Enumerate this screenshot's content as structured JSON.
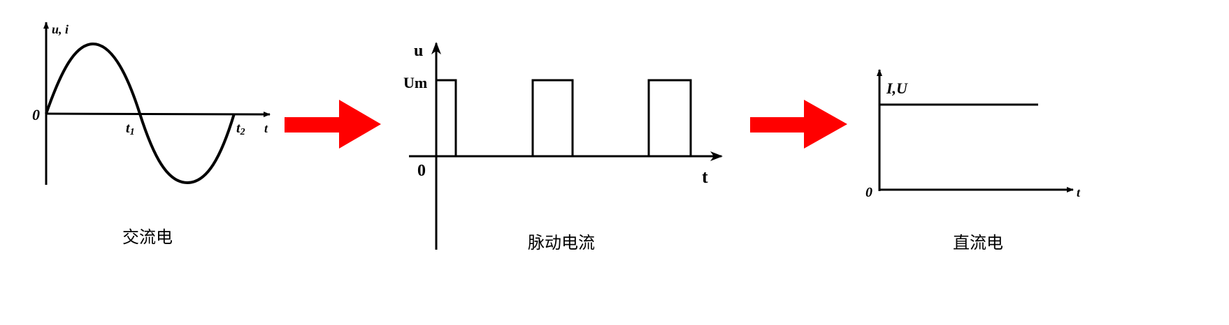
{
  "colors": {
    "arrow": "#ff0000",
    "line": "#000000"
  },
  "panels": {
    "ac": {
      "y_label": "u, i",
      "origin": "0",
      "t1": "t",
      "t1_sub": "1",
      "t2": "t",
      "t2_sub": "2",
      "x_label": "t",
      "caption": "交流电"
    },
    "pulse": {
      "y_label": "u",
      "level": "Um",
      "origin": "0",
      "x_label": "t",
      "caption": "脉动电流"
    },
    "dc": {
      "y_label": "I,U",
      "origin": "0",
      "x_label": "t",
      "caption": "直流电"
    }
  }
}
